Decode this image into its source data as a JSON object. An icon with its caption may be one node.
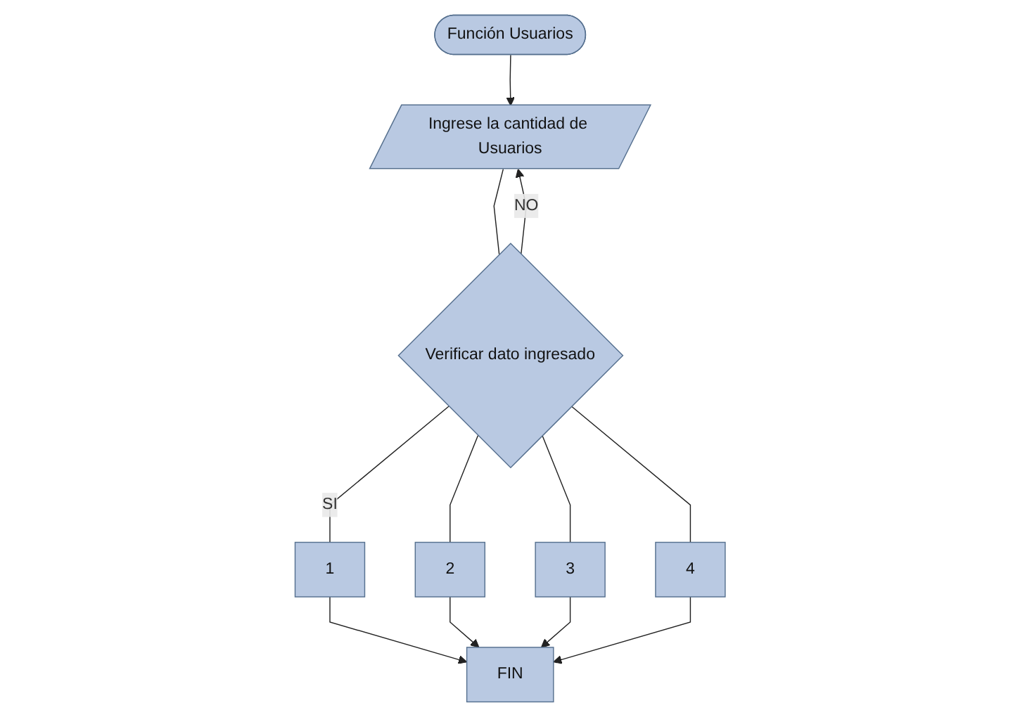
{
  "diagram": {
    "nodes": [
      {
        "text": [
          "Función Usuarios"
        ]
      },
      {
        "text": [
          "Ingrese la cantidad de Usuarios"
        ]
      },
      {
        "text": [
          "Verificar dato ingresado"
        ]
      },
      {
        "text": [
          "1"
        ]
      },
      {
        "text": [
          "2"
        ]
      },
      {
        "text": [
          "3"
        ]
      },
      {
        "text": [
          "4"
        ]
      },
      {
        "text": [
          "FIN"
        ]
      }
    ],
    "edges": [
      {
        "from": 0,
        "to": 1,
        "arrow": "to"
      },
      {
        "from": 1,
        "to": 2,
        "arrow": "none"
      },
      {
        "from": 2,
        "to": 1,
        "arrow": "to",
        "label": "NO"
      },
      {
        "from": 2,
        "to": 3,
        "arrow": "none",
        "label": "SI"
      },
      {
        "from": 2,
        "to": 4,
        "arrow": "none"
      },
      {
        "from": 2,
        "to": 5,
        "arrow": "none"
      },
      {
        "from": 2,
        "to": 6,
        "arrow": "none"
      },
      {
        "from": 3,
        "to": 7,
        "arrow": "to"
      },
      {
        "from": 4,
        "to": 7,
        "arrow": "to"
      },
      {
        "from": 5,
        "to": 7,
        "arrow": "to"
      },
      {
        "from": 6,
        "to": 7,
        "arrow": "to"
      }
    ]
  }
}
